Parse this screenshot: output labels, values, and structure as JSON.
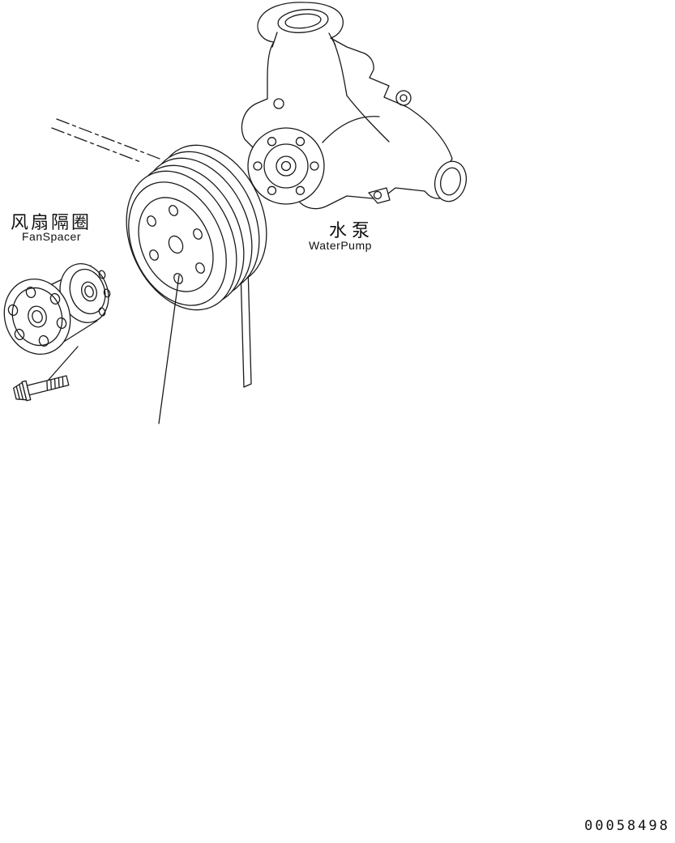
{
  "page": {
    "background": "#ffffff",
    "line_color": "#1a1a1a"
  },
  "labels": {
    "fan_spacer": {
      "zh": "风扇隔圈",
      "en": "FanSpacer"
    },
    "water_pump": {
      "zh": "水泵",
      "en": "WaterPump"
    }
  },
  "part_number": "00058498",
  "drawing_parts": [
    "belt-centerline",
    "water-pump",
    "pump-flange",
    "fan-pulley",
    "belt-right-run",
    "fan-spacer",
    "mounting-bolt",
    "leader-line"
  ]
}
